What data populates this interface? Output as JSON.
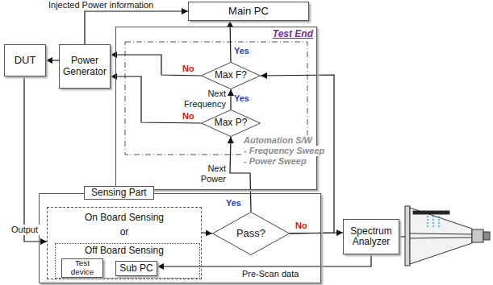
{
  "diagram": {
    "nodes": [
      {
        "text": [
          "Main PC"
        ]
      },
      {
        "text": [
          "DUT"
        ]
      },
      {
        "text": [
          "Power Generator"
        ]
      },
      {
        "text": [
          "Test End"
        ]
      },
      {
        "text": [
          "Max F?"
        ],
        "in": 3
      },
      {
        "text": [
          "Max P?"
        ],
        "in": 3
      },
      {
        "text": [
          "Sensing Part"
        ]
      },
      {
        "text": [
          "On Board Sensing",
          "or"
        ],
        "in": 6
      },
      {
        "text": [
          "Off Board Sensing"
        ],
        "in": 7
      },
      {
        "text": [
          "Test device"
        ],
        "in": 8
      },
      {
        "text": [
          "Sub PC"
        ],
        "in": 8
      },
      {
        "text": [
          "Pass?"
        ],
        "in": 6
      },
      {
        "text": [
          "Spectrum Analyzer"
        ]
      }
    ],
    "edges": [
      {
        "from": 2,
        "to": 0,
        "arrow": "to",
        "label": "Injected Power information"
      },
      {
        "from": 2,
        "to": 1,
        "arrow": "to"
      },
      {
        "from": 1,
        "to": 7,
        "arrow": "to",
        "label": "Output"
      },
      {
        "from": 7,
        "to": 11,
        "arrow": "to"
      },
      {
        "from": 11,
        "to": 5,
        "arrow": "to",
        "label": "Next Power"
      },
      {
        "from": 5,
        "to": 4,
        "arrow": "to"
      },
      {
        "from": 5,
        "to": 2,
        "arrow": "to"
      },
      {
        "from": 4,
        "to": 2,
        "arrow": "to"
      },
      {
        "from": 4,
        "to": 0,
        "arrow": "to"
      },
      {
        "from": 11,
        "to": 4,
        "arrow": "to"
      },
      {
        "from": 11,
        "to": 12,
        "arrow": "to"
      },
      {
        "from": 12,
        "to": 10,
        "arrow": "to",
        "label": "Pre-Scan data"
      }
    ],
    "labels": [
      "Yes",
      "No",
      "Next Frequency",
      "Yes",
      "No",
      "Automation S/W",
      "- Frequency Sweep",
      "- Power Sweep",
      "Yes",
      "No"
    ]
  }
}
